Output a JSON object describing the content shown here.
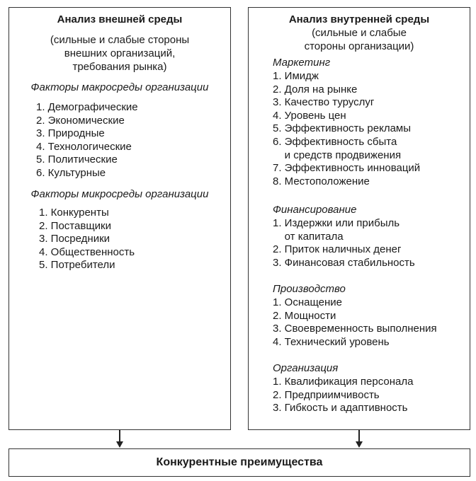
{
  "left": {
    "title": "Анализ внешней среды",
    "subtitle": [
      "(сильные и слабые стороны",
      "внешних организаций,",
      "требования рынка)"
    ],
    "macro_title": "Факторы макросреды организации",
    "macro_items": [
      "1. Демографические",
      "2. Экономические",
      "3. Природные",
      "4. Технологические",
      "5. Политические",
      "6. Культурные"
    ],
    "micro_title": "Факторы микросреды организации",
    "micro_items": [
      "1. Конкуренты",
      "2. Поставщики",
      "3. Посредники",
      "4. Общественность",
      "5. Потребители"
    ]
  },
  "right": {
    "title": "Анализ внутренней среды",
    "subtitle": [
      "(сильные и слабые",
      "стороны организации)"
    ],
    "marketing_title": "Маркетинг",
    "marketing_items": [
      "1. Имидж",
      "2. Доля на рынке",
      "3. Качество туруслуг",
      "4. Уровень цен",
      "5. Эффективность рекламы",
      "6. Эффективность сбыта",
      "    и средств продвижения",
      "7. Эффективность инноваций",
      "8. Местоположение"
    ],
    "finance_title": "Финансирование",
    "finance_items": [
      "1. Издержки или прибыль",
      "    от капитала",
      "2. Приток наличных денег",
      "3. Финансовая стабильность"
    ],
    "production_title": "Производство",
    "production_items": [
      "1. Оснащение",
      "2. Мощности",
      "3. Своевременность выполнения",
      "4. Технический уровень"
    ],
    "organization_title": "Организация",
    "organization_items": [
      "1. Квалификация персонала",
      "2. Предприимчивость",
      "3. Гибкость и адаптивность"
    ]
  },
  "result": {
    "label": "Конкурентные преимущества"
  }
}
